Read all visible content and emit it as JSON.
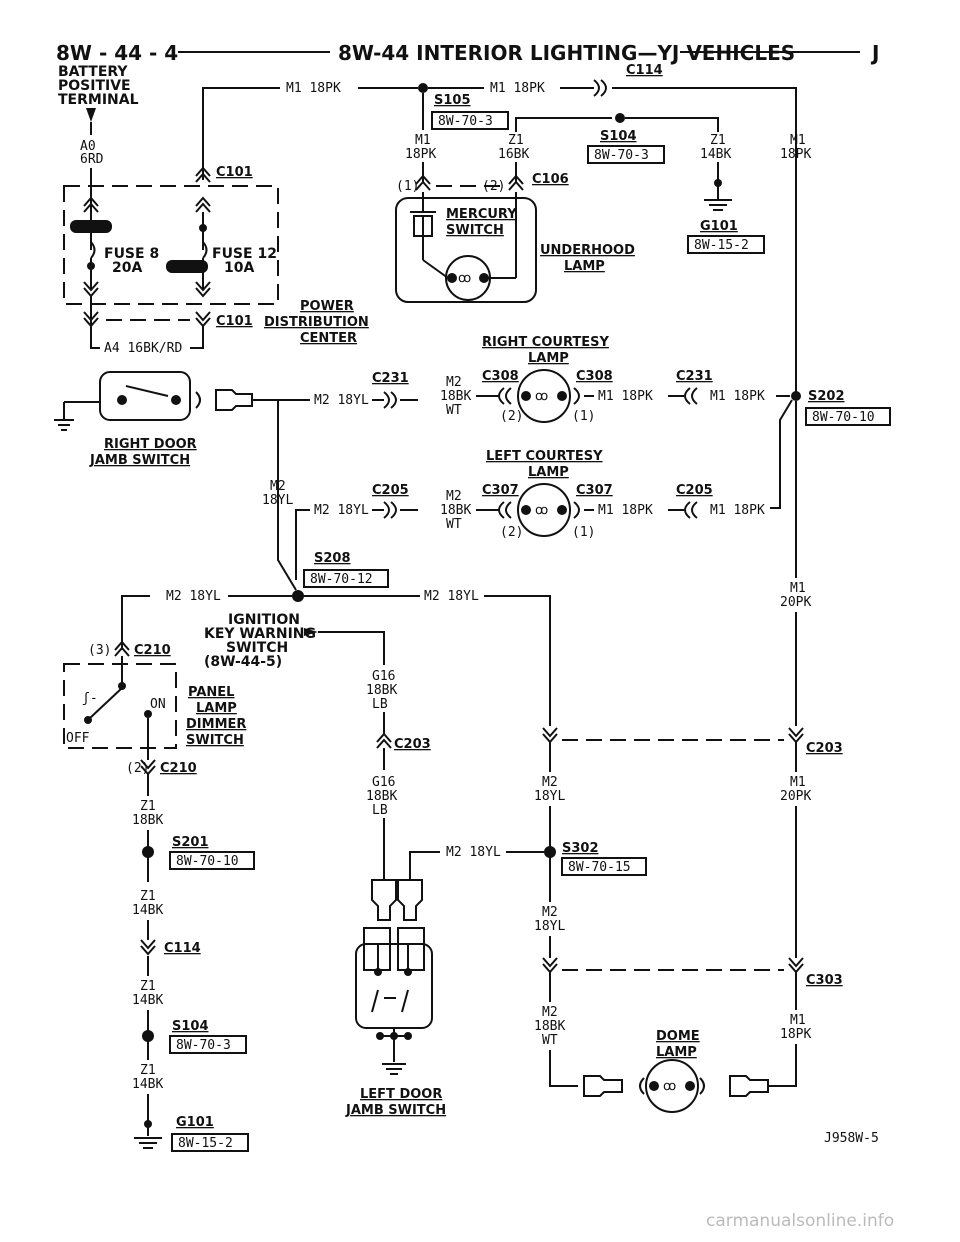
{
  "header": {
    "left": "8W - 44 - 4",
    "title": "8W-44 INTERIOR LIGHTING—YJ VEHICLES",
    "right": "J"
  },
  "labels": {
    "battery": [
      "BATTERY",
      "POSITIVE",
      "TERMINAL"
    ],
    "a0": [
      "A0",
      "6RD"
    ],
    "c114_top": "C114",
    "m1_18pk": "M1 18PK",
    "s105": "S105",
    "ref_70_3": "8W-70-3",
    "m1_18pk_stack": [
      "M1",
      "18PK"
    ],
    "z1_16bk": [
      "Z1",
      "16BK"
    ],
    "s104": "S104",
    "z1_14bk": [
      "Z1",
      "14BK"
    ],
    "c101": "C101",
    "one": "(1)",
    "two": "(2)",
    "three": "(3)",
    "c106": "C106",
    "mercury_switch": [
      "MERCURY",
      "SWITCH"
    ],
    "underhood_lamp": [
      "UNDERHOOD",
      "LAMP"
    ],
    "g101": "G101",
    "ref_15_2": "8W-15-2",
    "fuse8": [
      "FUSE 8",
      "20A"
    ],
    "fuse12": [
      "FUSE 12",
      "10A"
    ],
    "pdc": [
      "POWER",
      "DISTRIBUTION",
      "CENTER"
    ],
    "a4": "A4 16BK/RD",
    "rt_courtesy": [
      "RIGHT COURTESY",
      "LAMP"
    ],
    "lt_courtesy": [
      "LEFT COURTESY",
      "LAMP"
    ],
    "c231": "C231",
    "c308": "C308",
    "c307": "C307",
    "c205": "C205",
    "m2_18yl": "M2 18YL",
    "m2_18bk_wt": [
      "M2",
      "18BK",
      "WT"
    ],
    "s202": "S202",
    "ref_70_10": "8W-70-10",
    "rt_door_jamb": [
      "RIGHT DOOR",
      "JAMB SWITCH"
    ],
    "m2_18yl_stack": [
      "M2",
      "18YL"
    ],
    "s208": "S208",
    "ref_70_12": "8W-70-12",
    "m1_20pk": [
      "M1",
      "20PK"
    ],
    "ign_key": [
      "IGNITION",
      "KEY WARNING",
      "SWITCH",
      "(8W-44-5)"
    ],
    "c210": "C210",
    "panel_dimmer": [
      "PANEL",
      "LAMP",
      "DIMMER",
      "SWITCH"
    ],
    "on": "ON",
    "off": "OFF",
    "g16": [
      "G16",
      "18BK",
      "LB"
    ],
    "c203": "C203",
    "z1_18bk": [
      "Z1",
      "18BK"
    ],
    "s201": "S201",
    "s302": "S302",
    "ref_70_15": "8W-70-15",
    "c114": "C114",
    "c303": "C303",
    "m1_18pk_b": [
      "M1",
      "18PK"
    ],
    "m2_18bk_wt_b": [
      "M2",
      "18BK",
      "WT"
    ],
    "dome_lamp": [
      "DOME",
      "LAMP"
    ],
    "lt_door_jamb": [
      "LEFT DOOR",
      "JAMB SWITCH"
    ],
    "fig_code": "J958W-5"
  },
  "watermark": "carmanualsonline.info"
}
